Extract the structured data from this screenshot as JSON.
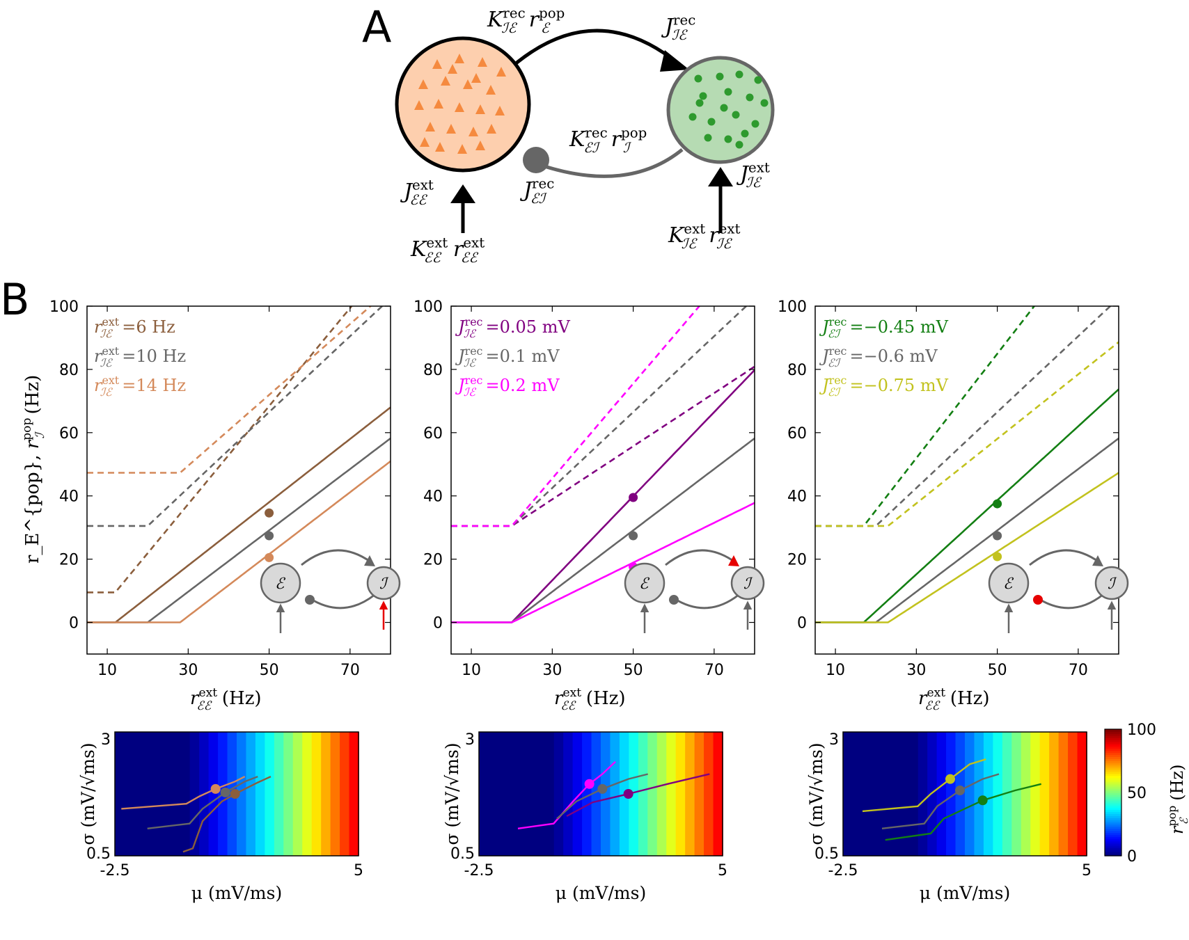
{
  "panel_labels": {
    "a": "A",
    "b": "B"
  },
  "diagram": {
    "edge_top": "K_{IE}^{rec} r_E^{pop}",
    "edge_top_head": "J_{IE}^{rec}",
    "edge_bottom": "K_{EI}^{rec} r_I^{pop}",
    "edge_bottom_head": "J_{EI}^{rec}",
    "ext_left_head": "J_{EE}^{ext}",
    "ext_left_tail": "K_{EE}^{ext} r_{EE}^{ext}",
    "ext_right_head": "J_{IE}^{ext}",
    "ext_right_tail": "K_{IE}^{ext} r_{IE}^{ext}",
    "colors": {
      "exc_fill": "#fdcfae",
      "exc_symbol": "#f58a3f",
      "inh_fill": "#b6dbb3",
      "inh_symbol": "#2e9a2e"
    }
  },
  "chart_data": [
    {
      "type": "line",
      "xlabel": "r_{EE}^{ext} (Hz)",
      "ylabel": "r_E^{pop}, r_I^{pop} (Hz)",
      "xlim": [
        5,
        80
      ],
      "ylim": [
        -10,
        100
      ],
      "xticks": [
        10,
        30,
        50,
        70
      ],
      "yticks": [
        0,
        20,
        40,
        60,
        80,
        100
      ],
      "legend_loc": "top-left",
      "legend": [
        {
          "sym": "r",
          "sub": "IE",
          "sup": "ext",
          "text": "=6 Hz",
          "color": "#8b5e3c"
        },
        {
          "sym": "r",
          "sub": "IE",
          "sup": "ext",
          "text": "=10 Hz",
          "color": "#666666"
        },
        {
          "sym": "r",
          "sub": "IE",
          "sup": "ext",
          "text": "=14 Hz",
          "color": "#d4895a"
        }
      ],
      "series": [
        {
          "color": "#8b5e3c",
          "solid": {
            "x0": 12,
            "slope": 1.0,
            "max": 65
          },
          "dashed": {
            "base": 9.5,
            "kx": 12,
            "slope": 1.55
          },
          "marker": [
            50,
            34.6
          ]
        },
        {
          "color": "#666666",
          "solid": {
            "x0": 20,
            "slope": 0.97,
            "max": 58
          },
          "dashed": {
            "base": 30.5,
            "kx": 20,
            "slope": 1.2
          },
          "marker": [
            50,
            27.4
          ]
        },
        {
          "color": "#d4895a",
          "solid": {
            "x0": 28,
            "slope": 0.98,
            "max": 51.5
          },
          "dashed": {
            "base": 47.3,
            "kx": 28,
            "slope": 1.12
          },
          "marker": [
            50,
            20.5
          ]
        }
      ],
      "inset": {
        "highlight": "ext-I",
        "highlight_color": "#e60000"
      }
    },
    {
      "type": "line",
      "xlabel": "r_{EE}^{ext} (Hz)",
      "xlim": [
        5,
        80
      ],
      "ylim": [
        -10,
        100
      ],
      "xticks": [
        10,
        30,
        50,
        70
      ],
      "yticks": [
        0,
        20,
        40,
        60,
        80,
        100
      ],
      "legend_loc": "top-left",
      "legend": [
        {
          "sym": "J",
          "sub": "IE",
          "sup": "rec",
          "text": "=0.05 mV",
          "color": "#800080"
        },
        {
          "sym": "J",
          "sub": "IE",
          "sup": "rec",
          "text": "=0.1 mV",
          "color": "#666666"
        },
        {
          "sym": "J",
          "sub": "IE",
          "sup": "rec",
          "text": "=0.2 mV",
          "color": "#ff00ff"
        }
      ],
      "series": [
        {
          "color": "#800080",
          "solid": {
            "x0": 20,
            "slope": 1.33,
            "max": 80
          },
          "dashed": {
            "base": 30.5,
            "kx": 20,
            "slope": 0.84
          },
          "marker": [
            50,
            39.5
          ]
        },
        {
          "color": "#666666",
          "solid": {
            "x0": 20,
            "slope": 0.97,
            "max": 58
          },
          "dashed": {
            "base": 30.5,
            "kx": 20,
            "slope": 1.2
          },
          "marker": [
            50,
            27.4
          ]
        },
        {
          "color": "#ff00ff",
          "solid": {
            "x0": 20,
            "slope": 0.63,
            "max": 38
          },
          "dashed": {
            "base": 30.5,
            "kx": 20,
            "slope": 1.5
          },
          "marker": [
            50,
            17.6
          ]
        }
      ],
      "inset": {
        "highlight": "E-to-I",
        "highlight_color": "#e60000"
      }
    },
    {
      "type": "line",
      "xlabel": "r_{EE}^{ext} (Hz)",
      "xlim": [
        5,
        80
      ],
      "ylim": [
        -10,
        100
      ],
      "xticks": [
        10,
        30,
        50,
        70
      ],
      "yticks": [
        0,
        20,
        40,
        60,
        80,
        100
      ],
      "legend_loc": "top-left",
      "legend": [
        {
          "sym": "J",
          "sub": "EI",
          "sup": "rec",
          "text": "=−0.45 mV",
          "color": "#137f13"
        },
        {
          "sym": "J",
          "sub": "EI",
          "sup": "rec",
          "text": "=−0.6 mV",
          "color": "#666666"
        },
        {
          "sym": "J",
          "sub": "EI",
          "sup": "rec",
          "text": "=−0.75 mV",
          "color": "#c2c21e"
        }
      ],
      "series": [
        {
          "color": "#137f13",
          "solid": {
            "x0": 17,
            "slope": 1.17,
            "max": 73.5
          },
          "dashed": {
            "base": 30.5,
            "kx": 17,
            "slope": 1.65
          },
          "marker": [
            50,
            37.5
          ]
        },
        {
          "color": "#666666",
          "solid": {
            "x0": 20,
            "slope": 0.97,
            "max": 58
          },
          "dashed": {
            "base": 30.5,
            "kx": 20,
            "slope": 1.2
          },
          "marker": [
            50,
            27.4
          ]
        },
        {
          "color": "#c2c21e",
          "solid": {
            "x0": 23,
            "slope": 0.83,
            "max": 47
          },
          "dashed": {
            "base": 30.5,
            "kx": 23,
            "slope": 1.02
          },
          "marker": [
            50,
            20.8
          ]
        }
      ],
      "inset": {
        "highlight": "I-to-E",
        "highlight_color": "#e60000"
      }
    },
    {
      "type": "heatmap",
      "xlabel": "μ (mV/ms)",
      "ylabel": "σ (mV/√ms)",
      "xlim": [
        -2.5,
        5
      ],
      "ylim": [
        0.5,
        3
      ],
      "xtick_labels": [
        "-2.5",
        "5"
      ],
      "ytick_labels": [
        "0.5",
        "3"
      ],
      "value": "r_E^{pop} (Hz)",
      "vrange": [
        0,
        100
      ],
      "colorbar": {
        "ticks": [
          "0",
          "50",
          "100"
        ],
        "label": "r_E^{pop} (Hz)"
      },
      "trajectories": [
        {
          "color": "#d4895a",
          "points": [
            [
              -2.3,
              1.45
            ],
            [
              -0.3,
              1.55
            ],
            [
              0.1,
              1.7
            ],
            [
              0.6,
              1.85
            ],
            [
              1.2,
              2.0
            ],
            [
              1.5,
              2.1
            ]
          ],
          "marker": [
            0.6,
            1.85
          ]
        },
        {
          "color": "#666666",
          "points": [
            [
              -1.5,
              1.05
            ],
            [
              -0.2,
              1.15
            ],
            [
              0.2,
              1.45
            ],
            [
              0.9,
              1.78
            ],
            [
              1.5,
              2.0
            ],
            [
              1.9,
              2.1
            ]
          ],
          "marker": [
            0.9,
            1.78
          ]
        },
        {
          "color": "#8b5e3c",
          "points": [
            [
              -0.4,
              0.58
            ],
            [
              -0.1,
              0.65
            ],
            [
              0.2,
              1.2
            ],
            [
              0.8,
              1.6
            ],
            [
              1.2,
              1.75
            ],
            [
              1.9,
              1.98
            ],
            [
              2.3,
              2.1
            ]
          ],
          "marker": [
            1.2,
            1.75
          ]
        }
      ]
    },
    {
      "type": "heatmap",
      "xlabel": "μ (mV/ms)",
      "ylabel": "σ (mV/√ms)",
      "xlim": [
        -2.5,
        5
      ],
      "ylim": [
        0.5,
        3
      ],
      "xtick_labels": [
        "-2.5",
        "5"
      ],
      "ytick_labels": [
        "0.5",
        "3"
      ],
      "value": "r_E^{pop} (Hz)",
      "vrange": [
        0,
        100
      ],
      "trajectories": [
        {
          "color": "#ff00ff",
          "points": [
            [
              -1.3,
              1.05
            ],
            [
              -0.2,
              1.15
            ],
            [
              0.4,
              1.6
            ],
            [
              0.9,
              1.95
            ],
            [
              1.3,
              2.15
            ],
            [
              1.7,
              2.4
            ]
          ],
          "marker": [
            0.9,
            1.95
          ]
        },
        {
          "color": "#666666",
          "points": [
            [
              -0.1,
              1.25
            ],
            [
              0.5,
              1.6
            ],
            [
              1.3,
              1.85
            ],
            [
              2.1,
              2.05
            ],
            [
              2.7,
              2.15
            ]
          ],
          "marker": [
            1.3,
            1.85
          ]
        },
        {
          "color": "#800080",
          "points": [
            [
              0.2,
              1.3
            ],
            [
              1.0,
              1.58
            ],
            [
              2.1,
              1.75
            ],
            [
              3.3,
              1.95
            ],
            [
              4.6,
              2.15
            ]
          ],
          "marker": [
            2.1,
            1.75
          ]
        }
      ]
    },
    {
      "type": "heatmap",
      "xlabel": "μ (mV/ms)",
      "ylabel": "σ (mV/√ms)",
      "xlim": [
        -2.5,
        5
      ],
      "ylim": [
        0.5,
        3
      ],
      "xtick_labels": [
        "-2.5",
        "5"
      ],
      "ytick_labels": [
        "0.5",
        "3"
      ],
      "value": "r_E^{pop} (Hz)",
      "vrange": [
        0,
        100
      ],
      "trajectories": [
        {
          "color": "#c2c21e",
          "points": [
            [
              -1.9,
              1.4
            ],
            [
              -0.2,
              1.5
            ],
            [
              0.2,
              1.75
            ],
            [
              0.8,
              2.05
            ],
            [
              1.4,
              2.35
            ],
            [
              1.9,
              2.45
            ]
          ],
          "marker": [
            0.8,
            2.05
          ]
        },
        {
          "color": "#666666",
          "points": [
            [
              -1.3,
              1.05
            ],
            [
              0.0,
              1.15
            ],
            [
              0.4,
              1.5
            ],
            [
              1.1,
              1.82
            ],
            [
              1.8,
              2.05
            ],
            [
              2.3,
              2.15
            ]
          ],
          "marker": [
            1.1,
            1.82
          ]
        },
        {
          "color": "#137f13",
          "points": [
            [
              -1.2,
              0.82
            ],
            [
              0.2,
              0.95
            ],
            [
              0.6,
              1.25
            ],
            [
              1.8,
              1.62
            ],
            [
              2.8,
              1.82
            ],
            [
              3.6,
              1.95
            ]
          ],
          "marker": [
            1.8,
            1.62
          ]
        }
      ]
    }
  ]
}
